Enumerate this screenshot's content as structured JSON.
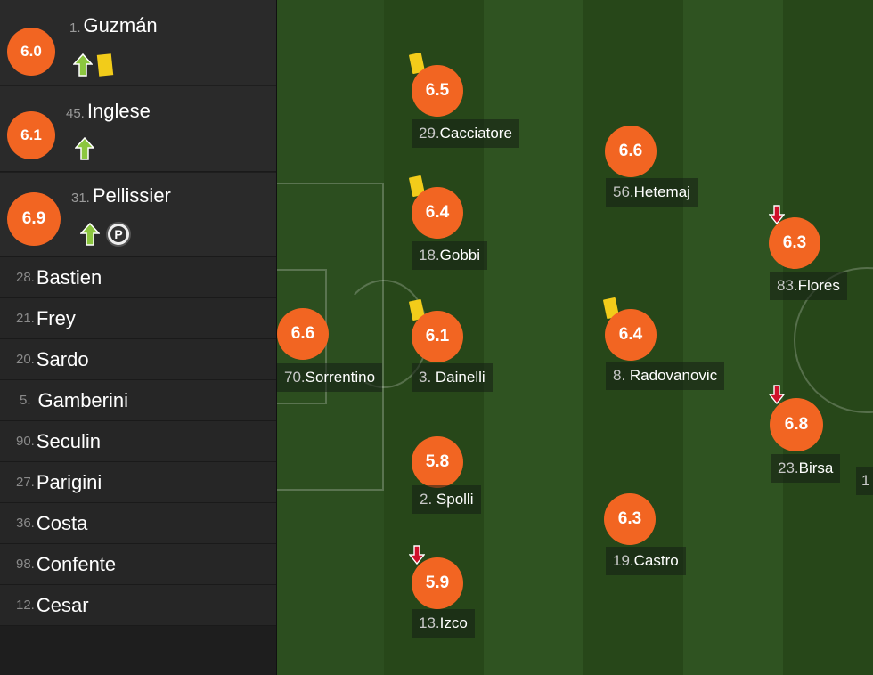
{
  "subs": [
    {
      "rating": "6.0",
      "num": "1.",
      "name": "Guzmán"
    },
    {
      "rating": "6.1",
      "num": "45.",
      "name": "Inglese"
    },
    {
      "rating": "6.9",
      "num": "31.",
      "name": "Pellissier"
    }
  ],
  "bench": [
    {
      "num": "28.",
      "name": "Bastien"
    },
    {
      "num": "21.",
      "name": "Frey"
    },
    {
      "num": "20.",
      "name": "Sardo"
    },
    {
      "num": "5.",
      "name": "Gamberini"
    },
    {
      "num": "90.",
      "name": "Seculin"
    },
    {
      "num": "27.",
      "name": "Parigini"
    },
    {
      "num": "36.",
      "name": "Costa"
    },
    {
      "num": "98.",
      "name": "Confente"
    },
    {
      "num": "12.",
      "name": "Cesar"
    }
  ],
  "players": [
    {
      "rating": "6.6",
      "num": "70.",
      "name": "Sorrentino"
    },
    {
      "rating": "6.5",
      "num": "29.",
      "name": "Cacciatore"
    },
    {
      "rating": "6.4",
      "num": "18.",
      "name": "Gobbi"
    },
    {
      "rating": "6.1",
      "num": "3. ",
      "name": "Dainelli"
    },
    {
      "rating": "5.8",
      "num": "2. ",
      "name": "Spolli"
    },
    {
      "rating": "5.9",
      "num": "13.",
      "name": "Izco"
    },
    {
      "rating": "6.6",
      "num": "56.",
      "name": "Hetemaj"
    },
    {
      "rating": "6.4",
      "num": "8. ",
      "name": "Radovanovic"
    },
    {
      "rating": "6.3",
      "num": "19.",
      "name": "Castro"
    },
    {
      "rating": "6.3",
      "num": "83.",
      "name": "Flores"
    },
    {
      "rating": "6.8",
      "num": "23.",
      "name": "Birsa"
    },
    {
      "rating": "",
      "num": "1",
      "name": ""
    }
  ],
  "icons": {
    "sub_in": "up-arrow-icon",
    "sub_out": "down-arrow-icon",
    "yellow_card": "yellow-card-icon",
    "penalty": "penalty-icon"
  },
  "colors": {
    "rating": "#f26522",
    "pitch_dark": "#27471b",
    "pitch_light": "#2f5321",
    "sub_in_arrow": "#8cc63f",
    "sub_out_arrow": "#d0102a",
    "yellow_card": "#f2cc1a"
  }
}
